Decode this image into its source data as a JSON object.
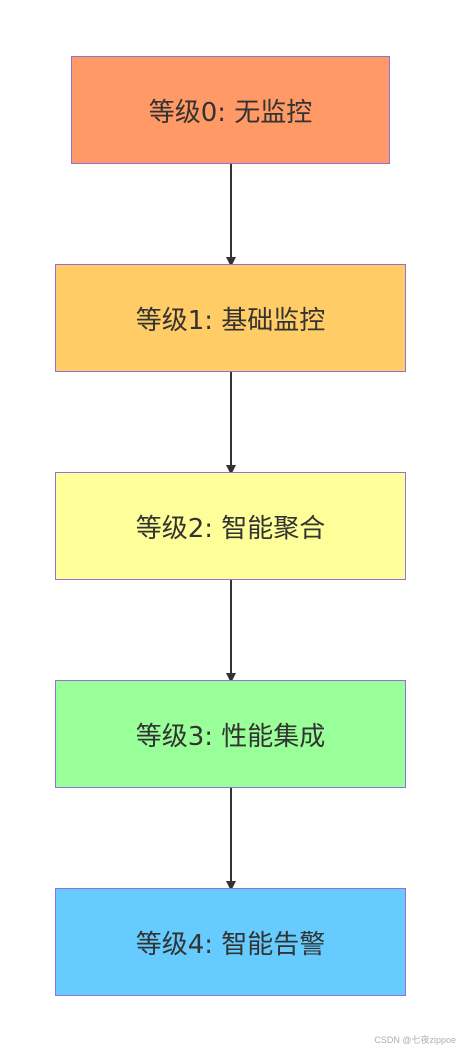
{
  "nodes": [
    {
      "label": "等级0: 无监控",
      "color": "#FF9966"
    },
    {
      "label": "等级1: 基础监控",
      "color": "#FFCC66"
    },
    {
      "label": "等级2: 智能聚合",
      "color": "#FFFF99"
    },
    {
      "label": "等级3: 性能集成",
      "color": "#99FF99"
    },
    {
      "label": "等级4: 智能告警",
      "color": "#66CCFF"
    }
  ],
  "colors": {
    "border": "#9370DB",
    "edge": "#333333",
    "text": "#333333"
  },
  "watermark": "CSDN @七夜zippoe"
}
